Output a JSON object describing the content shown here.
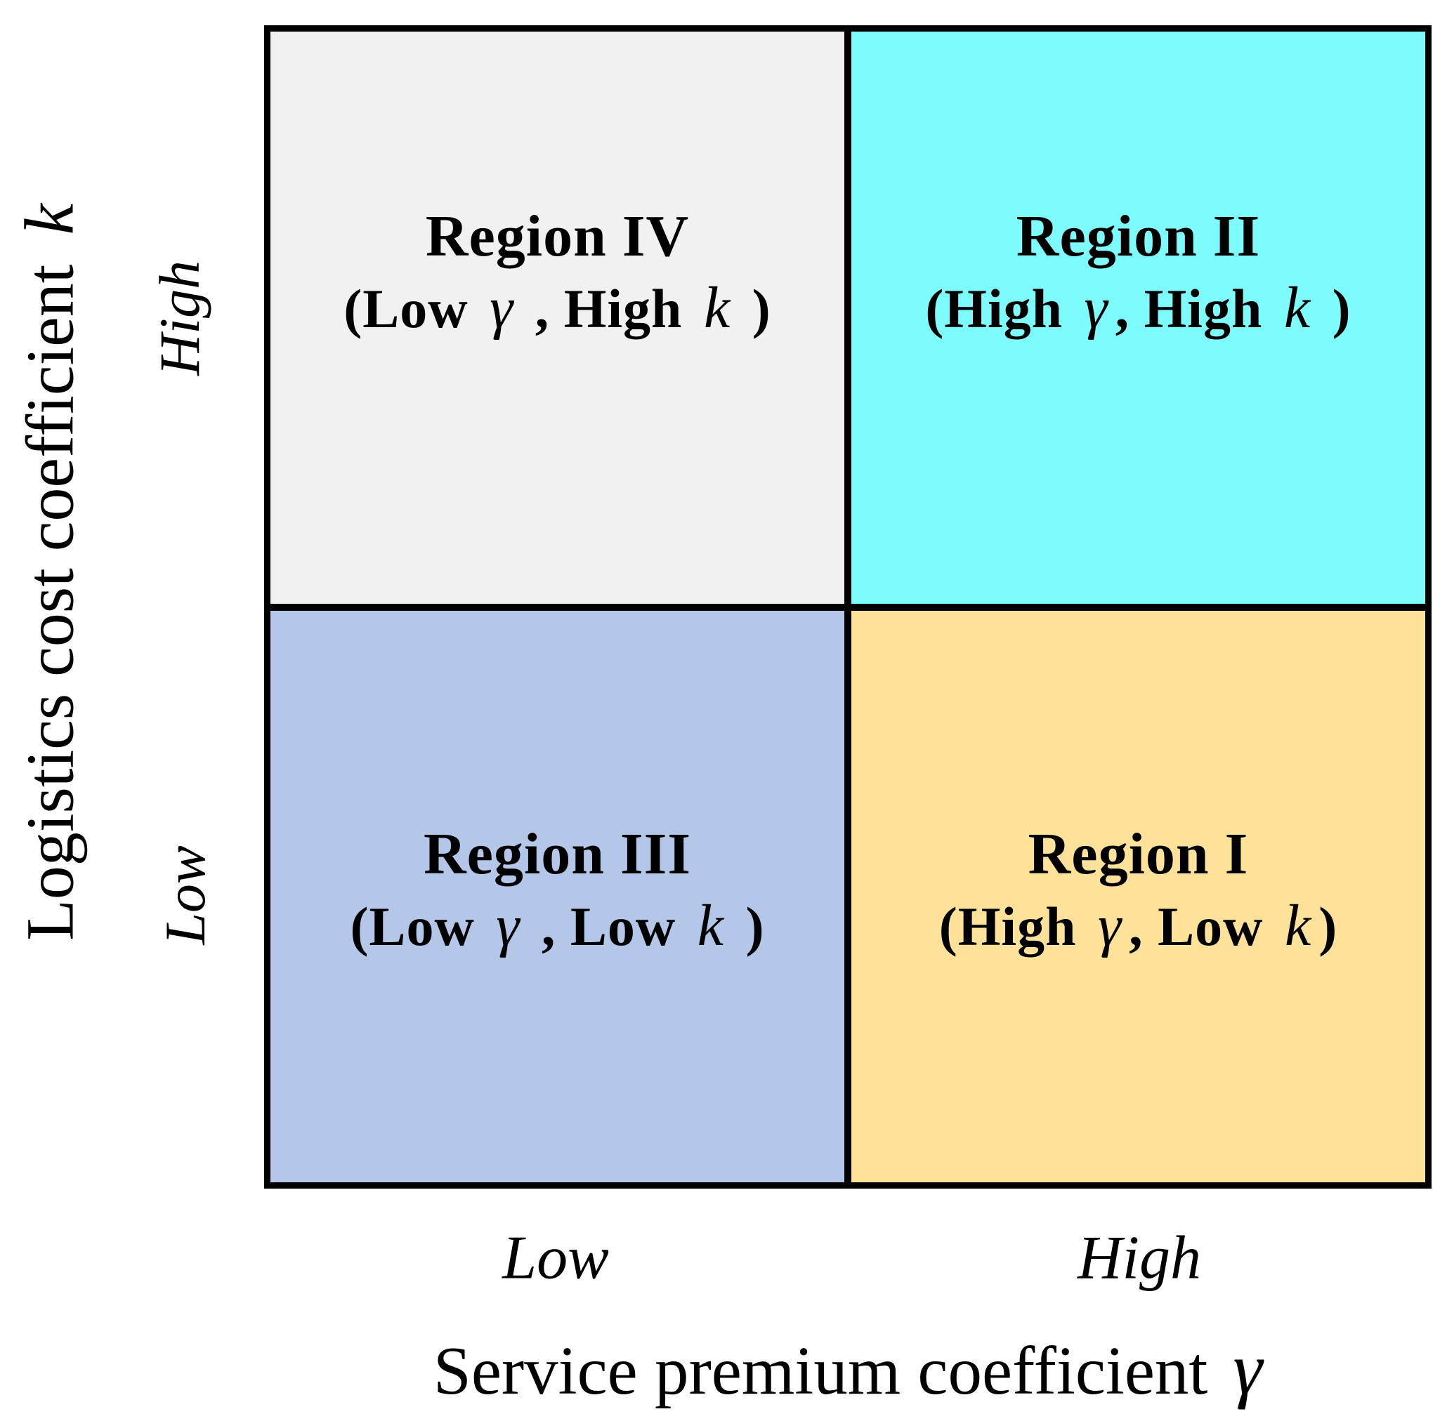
{
  "figure": {
    "background_color": "#ffffff",
    "frame_color": "#000000",
    "y_axis": {
      "label": "Logistics cost coefficient",
      "symbol": "k",
      "tick_top": "High",
      "tick_bottom": "Low"
    },
    "x_axis": {
      "label": "Service premium coefficient",
      "symbol": "γ",
      "tick_left": "Low",
      "tick_right": "High"
    },
    "quadrants": {
      "top_left": {
        "title": "Region IV",
        "sub": {
          "pre": "(Low ",
          "gamma": "γ",
          "mid": " , High ",
          "k": "k",
          "post": " )"
        },
        "color": "#f1f1f1"
      },
      "top_right": {
        "title": "Region II",
        "sub": {
          "pre": "(High ",
          "gamma": "γ",
          "mid": ", High ",
          "k": "k",
          "post": " )"
        },
        "color": "#7efbfc"
      },
      "bottom_left": {
        "title": "Region III",
        "sub": {
          "pre": "(Low ",
          "gamma": "γ",
          "mid": " , Low ",
          "k": "k",
          "post": " )"
        },
        "color": "#b5c7e8"
      },
      "bottom_right": {
        "title": "Region I",
        "sub": {
          "pre": "(High ",
          "gamma": "γ",
          "mid": ", Low ",
          "k": "k",
          "post": ")"
        },
        "color": "#ffe29a"
      }
    }
  }
}
